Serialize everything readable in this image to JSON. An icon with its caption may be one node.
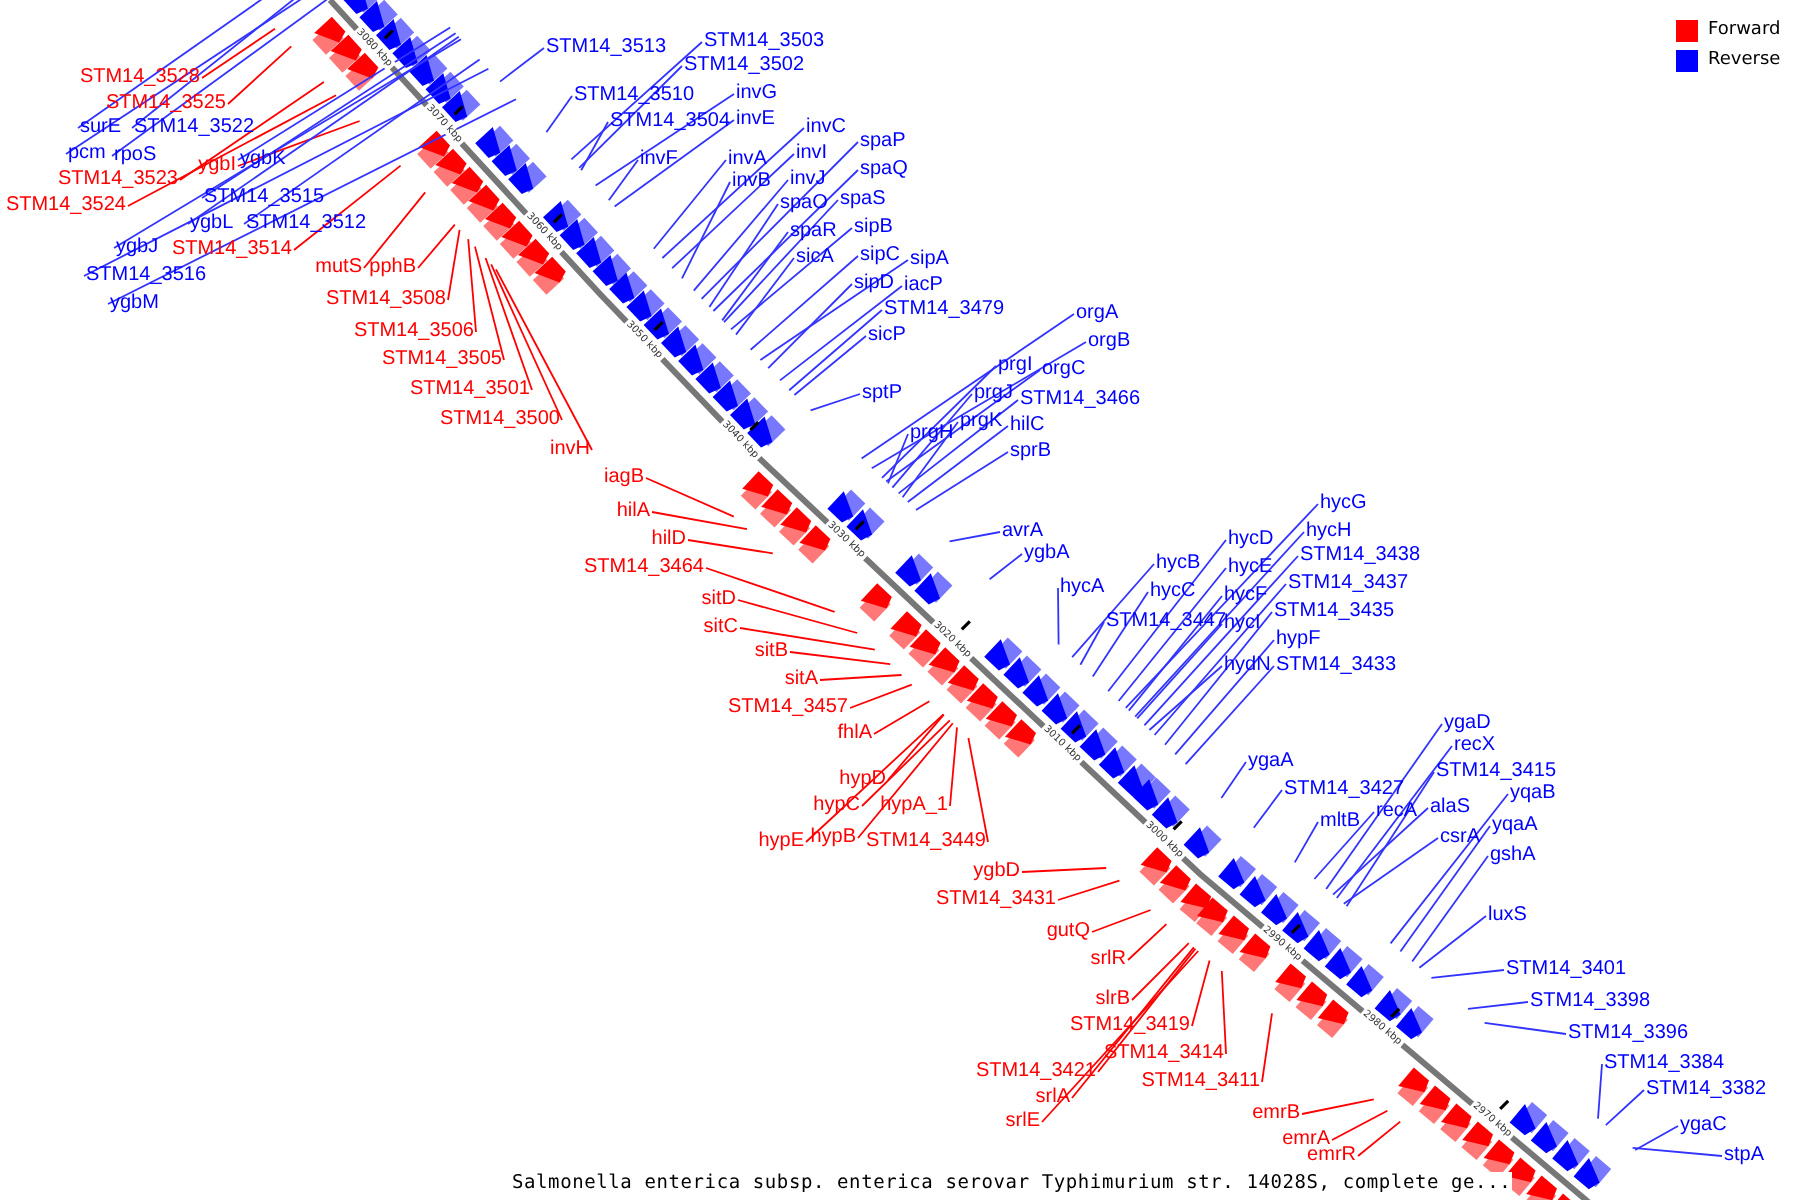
{
  "diagram": {
    "caption": "Salmonella enterica subsp. enterica serovar Typhimurium str. 14028S, complete ge...",
    "nodes": [
      {
        "text": [
          "STM14_3528"
        ]
      },
      {
        "text": [
          "STM14_3525"
        ]
      },
      {
        "text": [
          "STM14_3523"
        ]
      },
      {
        "text": [
          "STM14_3524"
        ]
      },
      {
        "text": [
          "ygbI"
        ]
      },
      {
        "text": [
          "STM14_3514"
        ]
      },
      {
        "text": [
          "mutS"
        ]
      },
      {
        "text": [
          "pphB"
        ]
      },
      {
        "text": [
          "STM14_3508"
        ]
      },
      {
        "text": [
          "STM14_3506"
        ]
      },
      {
        "text": [
          "STM14_3505"
        ]
      },
      {
        "text": [
          "STM14_3501"
        ]
      },
      {
        "text": [
          "STM14_3500"
        ]
      },
      {
        "text": [
          "invH"
        ]
      },
      {
        "text": [
          "iagB"
        ]
      },
      {
        "text": [
          "hilA"
        ]
      },
      {
        "text": [
          "hilD"
        ]
      },
      {
        "text": [
          "STM14_3464"
        ]
      },
      {
        "text": [
          "sitD"
        ]
      },
      {
        "text": [
          "sitC"
        ]
      },
      {
        "text": [
          "sitB"
        ]
      },
      {
        "text": [
          "sitA"
        ]
      },
      {
        "text": [
          "STM14_3457"
        ]
      },
      {
        "text": [
          "fhlA"
        ]
      },
      {
        "text": [
          "hypD"
        ]
      },
      {
        "text": [
          "hypC"
        ]
      },
      {
        "text": [
          "hypA_1"
        ]
      },
      {
        "text": [
          "hypE"
        ]
      },
      {
        "text": [
          "hypB"
        ]
      },
      {
        "text": [
          "STM14_3449"
        ]
      },
      {
        "text": [
          "ygbD"
        ]
      },
      {
        "text": [
          "STM14_3431"
        ]
      },
      {
        "text": [
          "gutQ"
        ]
      },
      {
        "text": [
          "srlR"
        ]
      },
      {
        "text": [
          "slrB"
        ]
      },
      {
        "text": [
          "STM14_3419"
        ]
      },
      {
        "text": [
          "STM14_3414"
        ]
      },
      {
        "text": [
          "STM14_3421"
        ]
      },
      {
        "text": [
          "STM14_3411"
        ]
      },
      {
        "text": [
          "srlA"
        ]
      },
      {
        "text": [
          "srlE"
        ]
      },
      {
        "text": [
          "emrB"
        ]
      },
      {
        "text": [
          "emrA"
        ]
      },
      {
        "text": [
          "emrR"
        ]
      },
      {
        "text": [
          "surE"
        ]
      },
      {
        "text": [
          "STM14_3522"
        ]
      },
      {
        "text": [
          "pcm"
        ]
      },
      {
        "text": [
          "rpoS"
        ]
      },
      {
        "text": [
          "ygbK"
        ]
      },
      {
        "text": [
          "STM14_3515"
        ]
      },
      {
        "text": [
          "ygbL"
        ]
      },
      {
        "text": [
          "STM14_3512"
        ]
      },
      {
        "text": [
          "ygbJ"
        ]
      },
      {
        "text": [
          "STM14_3516"
        ]
      },
      {
        "text": [
          "ygbM"
        ]
      },
      {
        "text": [
          "STM14_3513"
        ]
      },
      {
        "text": [
          "STM14_3503"
        ]
      },
      {
        "text": [
          "STM14_3502"
        ]
      },
      {
        "text": [
          "STM14_3510"
        ]
      },
      {
        "text": [
          "STM14_3504"
        ]
      },
      {
        "text": [
          "invG"
        ]
      },
      {
        "text": [
          "invE"
        ]
      },
      {
        "text": [
          "invF"
        ]
      },
      {
        "text": [
          "invC"
        ]
      },
      {
        "text": [
          "invA"
        ]
      },
      {
        "text": [
          "invI"
        ]
      },
      {
        "text": [
          "invB"
        ]
      },
      {
        "text": [
          "invJ"
        ]
      },
      {
        "text": [
          "spaP"
        ]
      },
      {
        "text": [
          "spaQ"
        ]
      },
      {
        "text": [
          "spaO"
        ]
      },
      {
        "text": [
          "spaS"
        ]
      },
      {
        "text": [
          "spaR"
        ]
      },
      {
        "text": [
          "sipB"
        ]
      },
      {
        "text": [
          "sicA"
        ]
      },
      {
        "text": [
          "sipC"
        ]
      },
      {
        "text": [
          "sipA"
        ]
      },
      {
        "text": [
          "sipD"
        ]
      },
      {
        "text": [
          "iacP"
        ]
      },
      {
        "text": [
          "STM14_3479"
        ]
      },
      {
        "text": [
          "sicP"
        ]
      },
      {
        "text": [
          "sptP"
        ]
      },
      {
        "text": [
          "orgA"
        ]
      },
      {
        "text": [
          "orgB"
        ]
      },
      {
        "text": [
          "prgI"
        ]
      },
      {
        "text": [
          "orgC"
        ]
      },
      {
        "text": [
          "prgJ"
        ]
      },
      {
        "text": [
          "STM14_3466"
        ]
      },
      {
        "text": [
          "prgK"
        ]
      },
      {
        "text": [
          "hilC"
        ]
      },
      {
        "text": [
          "prgH"
        ]
      },
      {
        "text": [
          "sprB"
        ]
      },
      {
        "text": [
          "avrA"
        ]
      },
      {
        "text": [
          "ygbA"
        ]
      },
      {
        "text": [
          "hycA"
        ]
      },
      {
        "text": [
          "hycB"
        ]
      },
      {
        "text": [
          "hycC"
        ]
      },
      {
        "text": [
          "STM14_3447"
        ]
      },
      {
        "text": [
          "hycD"
        ]
      },
      {
        "text": [
          "hycE"
        ]
      },
      {
        "text": [
          "hycF"
        ]
      },
      {
        "text": [
          "hycI"
        ]
      },
      {
        "text": [
          "hydN"
        ]
      },
      {
        "text": [
          "hycG"
        ]
      },
      {
        "text": [
          "hycH"
        ]
      },
      {
        "text": [
          "STM14_3438"
        ]
      },
      {
        "text": [
          "STM14_3437"
        ]
      },
      {
        "text": [
          "STM14_3435"
        ]
      },
      {
        "text": [
          "hypF"
        ]
      },
      {
        "text": [
          "STM14_3433"
        ]
      },
      {
        "text": [
          "ygaA"
        ]
      },
      {
        "text": [
          "STM14_3427"
        ]
      },
      {
        "text": [
          "mltB"
        ]
      },
      {
        "text": [
          "recA"
        ]
      },
      {
        "text": [
          "alaS"
        ]
      },
      {
        "text": [
          "csrA"
        ]
      },
      {
        "text": [
          "ygaD"
        ]
      },
      {
        "text": [
          "recX"
        ]
      },
      {
        "text": [
          "STM14_3415"
        ]
      },
      {
        "text": [
          "yqaB"
        ]
      },
      {
        "text": [
          "yqaA"
        ]
      },
      {
        "text": [
          "gshA"
        ]
      },
      {
        "text": [
          "luxS"
        ]
      },
      {
        "text": [
          "STM14_3401"
        ]
      },
      {
        "text": [
          "STM14_3398"
        ]
      },
      {
        "text": [
          "STM14_3396"
        ]
      },
      {
        "text": [
          "STM14_3384"
        ]
      },
      {
        "text": [
          "STM14_3382"
        ]
      },
      {
        "text": [
          "ygaC"
        ]
      },
      {
        "text": [
          "stpA"
        ]
      }
    ],
    "edges": [
      {
        "from": 0,
        "to": null,
        "arrow": "none",
        "color": "#ff0000"
      },
      {
        "from": 1,
        "to": null,
        "arrow": "none",
        "color": "#ff0000"
      },
      {
        "from": 2,
        "to": null,
        "arrow": "none",
        "color": "#ff0000"
      },
      {
        "from": 3,
        "to": null,
        "arrow": "none",
        "color": "#ff0000"
      },
      {
        "from": 4,
        "to": null,
        "arrow": "none",
        "color": "#ff0000"
      },
      {
        "from": 5,
        "to": null,
        "arrow": "none",
        "color": "#ff0000"
      },
      {
        "from": 6,
        "to": null,
        "arrow": "none",
        "color": "#ff0000"
      },
      {
        "from": 7,
        "to": null,
        "arrow": "none",
        "color": "#ff0000"
      },
      {
        "from": 8,
        "to": null,
        "arrow": "none",
        "color": "#ff0000"
      },
      {
        "from": 9,
        "to": null,
        "arrow": "none",
        "color": "#ff0000"
      },
      {
        "from": 10,
        "to": null,
        "arrow": "none",
        "color": "#ff0000"
      },
      {
        "from": 11,
        "to": null,
        "arrow": "none",
        "color": "#ff0000"
      },
      {
        "from": 12,
        "to": null,
        "arrow": "none",
        "color": "#ff0000"
      },
      {
        "from": 13,
        "to": null,
        "arrow": "none",
        "color": "#ff0000"
      },
      {
        "from": 14,
        "to": null,
        "arrow": "none",
        "color": "#ff0000"
      },
      {
        "from": 15,
        "to": null,
        "arrow": "none",
        "color": "#ff0000"
      },
      {
        "from": 16,
        "to": null,
        "arrow": "none",
        "color": "#ff0000"
      },
      {
        "from": 17,
        "to": null,
        "arrow": "none",
        "color": "#ff0000"
      },
      {
        "from": 18,
        "to": null,
        "arrow": "none",
        "color": "#ff0000"
      },
      {
        "from": 19,
        "to": null,
        "arrow": "none",
        "color": "#ff0000"
      },
      {
        "from": 20,
        "to": null,
        "arrow": "none",
        "color": "#ff0000"
      },
      {
        "from": 21,
        "to": null,
        "arrow": "none",
        "color": "#ff0000"
      },
      {
        "from": 22,
        "to": null,
        "arrow": "none",
        "color": "#ff0000"
      },
      {
        "from": 23,
        "to": null,
        "arrow": "none",
        "color": "#ff0000"
      },
      {
        "from": 24,
        "to": null,
        "arrow": "none",
        "color": "#ff0000"
      },
      {
        "from": 25,
        "to": null,
        "arrow": "none",
        "color": "#ff0000"
      },
      {
        "from": 26,
        "to": null,
        "arrow": "none",
        "color": "#ff0000"
      },
      {
        "from": 27,
        "to": null,
        "arrow": "none",
        "color": "#ff0000"
      },
      {
        "from": 28,
        "to": null,
        "arrow": "none",
        "color": "#ff0000"
      },
      {
        "from": 29,
        "to": null,
        "arrow": "none",
        "color": "#ff0000"
      },
      {
        "from": 30,
        "to": null,
        "arrow": "none",
        "color": "#ff0000"
      },
      {
        "from": 31,
        "to": null,
        "arrow": "none",
        "color": "#ff0000"
      },
      {
        "from": 32,
        "to": null,
        "arrow": "none",
        "color": "#ff0000"
      },
      {
        "from": 33,
        "to": null,
        "arrow": "none",
        "color": "#ff0000"
      },
      {
        "from": 34,
        "to": null,
        "arrow": "none",
        "color": "#ff0000"
      },
      {
        "from": 35,
        "to": null,
        "arrow": "none",
        "color": "#ff0000"
      },
      {
        "from": 36,
        "to": null,
        "arrow": "none",
        "color": "#ff0000"
      },
      {
        "from": 37,
        "to": null,
        "arrow": "none",
        "color": "#ff0000"
      },
      {
        "from": 38,
        "to": null,
        "arrow": "none",
        "color": "#ff0000"
      },
      {
        "from": 39,
        "to": null,
        "arrow": "none",
        "color": "#ff0000"
      },
      {
        "from": 40,
        "to": null,
        "arrow": "none",
        "color": "#ff0000"
      },
      {
        "from": 41,
        "to": null,
        "arrow": "none",
        "color": "#ff0000"
      },
      {
        "from": 42,
        "to": null,
        "arrow": "none",
        "color": "#ff0000"
      },
      {
        "from": 43,
        "to": null,
        "arrow": "none",
        "color": "#ff0000"
      },
      {
        "from": 44,
        "to": null,
        "arrow": "none"
      },
      {
        "from": 45,
        "to": null,
        "arrow": "none"
      },
      {
        "from": 46,
        "to": null,
        "arrow": "none"
      },
      {
        "from": 47,
        "to": null,
        "arrow": "none"
      },
      {
        "from": 48,
        "to": null,
        "arrow": "none"
      },
      {
        "from": 49,
        "to": null,
        "arrow": "none"
      },
      {
        "from": 50,
        "to": null,
        "arrow": "none"
      },
      {
        "from": 51,
        "to": null,
        "arrow": "none"
      },
      {
        "from": 52,
        "to": null,
        "arrow": "none"
      },
      {
        "from": 53,
        "to": null,
        "arrow": "none"
      },
      {
        "from": 54,
        "to": null,
        "arrow": "none"
      },
      {
        "from": 55,
        "to": null,
        "arrow": "none"
      },
      {
        "from": 56,
        "to": null,
        "arrow": "none"
      },
      {
        "from": 57,
        "to": null,
        "arrow": "none"
      },
      {
        "from": 58,
        "to": null,
        "arrow": "none"
      },
      {
        "from": 59,
        "to": null,
        "arrow": "none"
      },
      {
        "from": 60,
        "to": null,
        "arrow": "none"
      },
      {
        "from": 61,
        "to": null,
        "arrow": "none"
      },
      {
        "from": 62,
        "to": null,
        "arrow": "none"
      },
      {
        "from": 63,
        "to": null,
        "arrow": "none"
      },
      {
        "from": 64,
        "to": null,
        "arrow": "none"
      },
      {
        "from": 65,
        "to": null,
        "arrow": "none"
      },
      {
        "from": 66,
        "to": null,
        "arrow": "none"
      },
      {
        "from": 67,
        "to": null,
        "arrow": "none"
      },
      {
        "from": 68,
        "to": null,
        "arrow": "none"
      },
      {
        "from": 69,
        "to": null,
        "arrow": "none"
      },
      {
        "from": 70,
        "to": null,
        "arrow": "none"
      },
      {
        "from": 71,
        "to": null,
        "arrow": "none"
      },
      {
        "from": 72,
        "to": null,
        "arrow": "none"
      },
      {
        "from": 73,
        "to": null,
        "arrow": "none"
      },
      {
        "from": 74,
        "to": null,
        "arrow": "none"
      },
      {
        "from": 75,
        "to": null,
        "arrow": "none"
      },
      {
        "from": 76,
        "to": null,
        "arrow": "none"
      },
      {
        "from": 77,
        "to": null,
        "arrow": "none"
      },
      {
        "from": 78,
        "to": null,
        "arrow": "none"
      },
      {
        "from": 79,
        "to": null,
        "arrow": "none"
      },
      {
        "from": 80,
        "to": null,
        "arrow": "none"
      },
      {
        "from": 81,
        "to": null,
        "arrow": "none"
      },
      {
        "from": 82,
        "to": null,
        "arrow": "none"
      },
      {
        "from": 83,
        "to": null,
        "arrow": "none"
      },
      {
        "from": 84,
        "to": null,
        "arrow": "none"
      },
      {
        "from": 85,
        "to": null,
        "arrow": "none"
      },
      {
        "from": 86,
        "to": null,
        "arrow": "none"
      },
      {
        "from": 87,
        "to": null,
        "arrow": "none"
      },
      {
        "from": 88,
        "to": null,
        "arrow": "none"
      },
      {
        "from": 89,
        "to": null,
        "arrow": "none"
      },
      {
        "from": 90,
        "to": null,
        "arrow": "none"
      },
      {
        "from": 91,
        "to": null,
        "arrow": "none"
      },
      {
        "from": 92,
        "to": null,
        "arrow": "none"
      },
      {
        "from": 93,
        "to": null,
        "arrow": "none"
      },
      {
        "from": 94,
        "to": null,
        "arrow": "none"
      },
      {
        "from": 95,
        "to": null,
        "arrow": "none"
      },
      {
        "from": 96,
        "to": null,
        "arrow": "none"
      },
      {
        "from": 97,
        "to": null,
        "arrow": "none"
      },
      {
        "from": 98,
        "to": null,
        "arrow": "none"
      },
      {
        "from": 99,
        "to": null,
        "arrow": "none"
      },
      {
        "from": 100,
        "to": null,
        "arrow": "none"
      },
      {
        "from": 101,
        "to": null,
        "arrow": "none"
      },
      {
        "from": 102,
        "to": null,
        "arrow": "none"
      },
      {
        "from": 103,
        "to": null,
        "arrow": "none"
      },
      {
        "from": 104,
        "to": null,
        "arrow": "none"
      },
      {
        "from": 105,
        "to": null,
        "arrow": "none"
      },
      {
        "from": 106,
        "to": null,
        "arrow": "none"
      },
      {
        "from": 107,
        "to": null,
        "arrow": "none"
      },
      {
        "from": 108,
        "to": null,
        "arrow": "none"
      },
      {
        "from": 109,
        "to": null,
        "arrow": "none"
      },
      {
        "from": 110,
        "to": null,
        "arrow": "none"
      },
      {
        "from": 111,
        "to": null,
        "arrow": "none"
      },
      {
        "from": 112,
        "to": null,
        "arrow": "none"
      },
      {
        "from": 113,
        "to": null,
        "arrow": "none"
      },
      {
        "from": 114,
        "to": null,
        "arrow": "none"
      },
      {
        "from": 115,
        "to": null,
        "arrow": "none"
      },
      {
        "from": 116,
        "to": null,
        "arrow": "none"
      },
      {
        "from": 117,
        "to": null,
        "arrow": "none"
      },
      {
        "from": 118,
        "to": null,
        "arrow": "none"
      },
      {
        "from": 119,
        "to": null,
        "arrow": "none"
      },
      {
        "from": 120,
        "to": null,
        "arrow": "none"
      },
      {
        "from": 121,
        "to": null,
        "arrow": "none"
      },
      {
        "from": 122,
        "to": null,
        "arrow": "none"
      },
      {
        "from": 123,
        "to": null,
        "arrow": "none"
      },
      {
        "from": 124,
        "to": null,
        "arrow": "none"
      },
      {
        "from": 125,
        "to": null,
        "arrow": "none"
      },
      {
        "from": 126,
        "to": null,
        "arrow": "none"
      },
      {
        "from": 127,
        "to": null,
        "arrow": "none"
      },
      {
        "from": 128,
        "to": null,
        "arrow": "none"
      },
      {
        "from": 129,
        "to": null,
        "arrow": "none"
      }
    ],
    "labels": [
      "3080 kbp",
      "3070 kbp",
      "3060 kbp",
      "3050 kbp",
      "3040 kbp",
      "3030 kbp",
      "3020 kbp",
      "3010 kbp",
      "3000 kbp",
      "2990 kbp",
      "2980 kbp",
      "2970 kbp"
    ],
    "legend": [
      {
        "text": "Forward",
        "color": "#ff0000"
      },
      {
        "text": "Reverse",
        "color": "#0000ff"
      }
    ]
  }
}
